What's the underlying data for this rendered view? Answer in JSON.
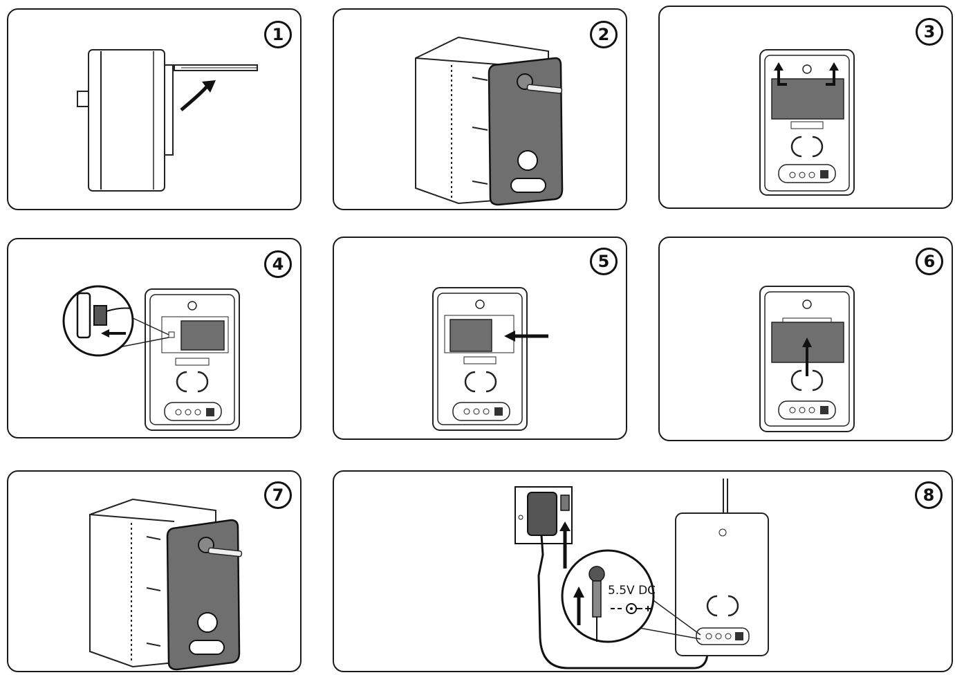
{
  "steps": [
    {
      "number": "1"
    },
    {
      "number": "2"
    },
    {
      "number": "3"
    },
    {
      "number": "4"
    },
    {
      "number": "5"
    },
    {
      "number": "6"
    },
    {
      "number": "7"
    },
    {
      "number": "8"
    }
  ],
  "adapter_label": "5.5V DC",
  "colors": {
    "plate": "#6f6f6f",
    "outline": "#1a1a1a",
    "background": "#ffffff"
  }
}
